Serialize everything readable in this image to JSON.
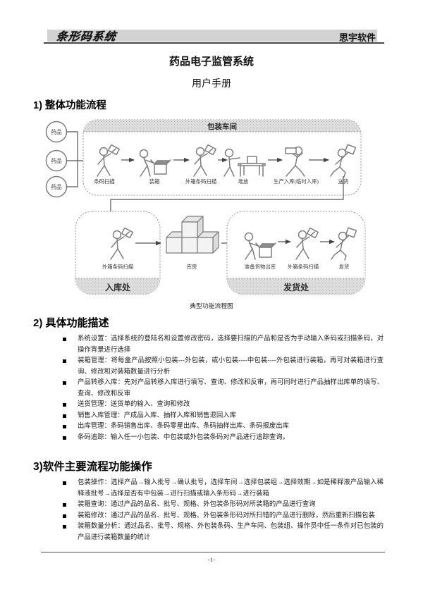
{
  "header": {
    "logo": "条形码系统",
    "company": "思宇软件"
  },
  "document": {
    "title": "药品电子监管系统",
    "subtitle": "用户手册"
  },
  "sections": {
    "s1": {
      "heading": "1) 整体功能流程"
    },
    "s2": {
      "heading": "2) 具体功能描述",
      "bullets": [
        "系统设置：选择系统的登陆名和设置修改密码，选择要扫描的产品和是否为手动输入条码或扫描条码，对操作背景进行选择",
        "装箱管理：将每盒产品按照小包装---外包装，或小包装----中包装----外包装进行装箱，再可对装箱进行查询、修改和对装箱数量进行分析",
        "产品转移入库：先对产品转移入库进行填写、查询、修改和反审，再可同时进行产品抽样出库单的填写、查询、修改和反审",
        "送货管理：送货单的输入、查询和修改",
        "销售入库管理：产成品入库、抽样入库和销售退回入库",
        "出库管理：条码销售出库、条码零星出库、条码抽样出库、条码报废出库",
        "条码追踪：输入任一小包装、中包装或外包装条码对产品进行追踪查询。"
      ]
    },
    "s3": {
      "heading": "3)软件主要流程功能操作",
      "bullets": [
        "包装操作：选择产品→输入批号→确认批号，选择车间→选择包装组→选择效期→如是稀释液产品输入稀释液批号→选择是否有中包装→进行扫描或输入条形码→进行装箱",
        "装箱查询：通过产品的品名、批号、规格、外包装条形码对所装箱的产品进行查询",
        "装箱修改：通过产品的品名、批号、规格、外包装条形码对所扫错的产品进行删除，然后重新扫描包装",
        "装箱数量分析：通过品名、批号、规格、外包装条码、生产车间、包装组、操作员中任一条件对已包装的产品进行装箱数量的统计"
      ]
    }
  },
  "diagram": {
    "caption": "典型功能流程图",
    "inputs": [
      "药品",
      "药品",
      "药品"
    ],
    "workshop": {
      "title": "包装车间",
      "steps": [
        "条码扫描",
        "装箱",
        "外箱条码扫描",
        "堆放",
        "生产入库(临时入库)",
        "送货"
      ]
    },
    "inbound": {
      "title": "入库处",
      "steps": [
        "外箱条码扫描"
      ]
    },
    "storage": {
      "label": "库房"
    },
    "outbound": {
      "title": "发货处",
      "steps": [
        "准备货物出库",
        "外箱条码扫描",
        "发货"
      ]
    }
  },
  "footer": {
    "page_number": "-1-"
  }
}
